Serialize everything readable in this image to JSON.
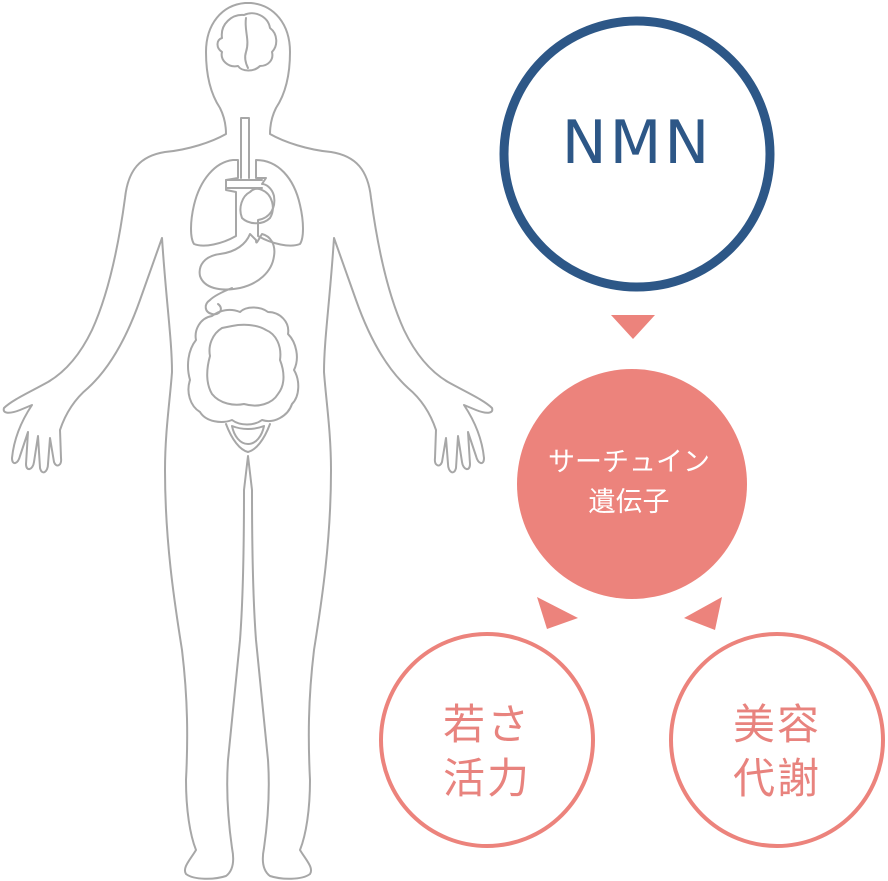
{
  "colors": {
    "outline": "#a7a7a7",
    "nmn_ring": "#2d5787",
    "accent": "#ec837c",
    "accent_text": "#e8837e"
  },
  "nodes": {
    "nmn": "NMN",
    "sirtuin": "サーチュイン\n遺伝子",
    "youth": "若さ\n活力",
    "beauty": "美容\n代謝"
  }
}
